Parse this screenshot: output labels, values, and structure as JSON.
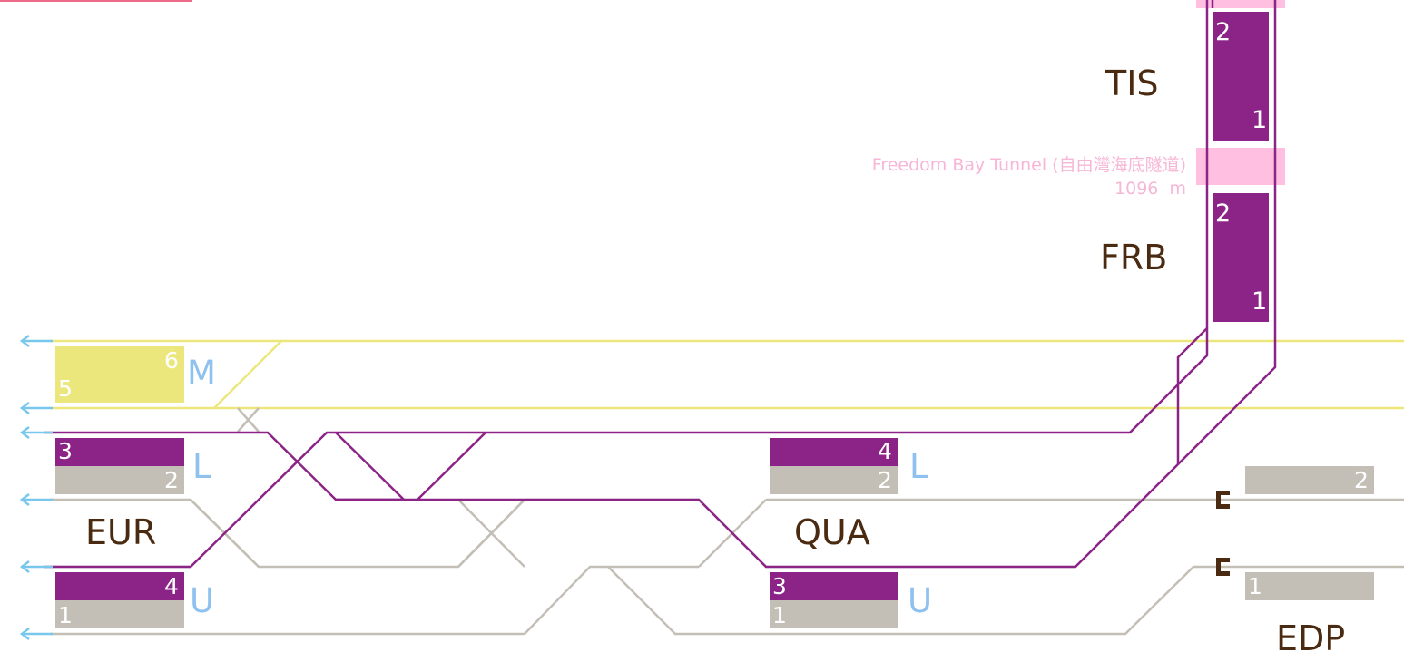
{
  "colors": {
    "purple_line": "#8b2486",
    "purple_platform": "#8b2486",
    "yellow_line": "#ece77c",
    "grey_line": "#c4bfb6",
    "grey_platform": "#c4bfb6",
    "yellow_platform": "#ece77c",
    "tunnel_pink": "#ffbfe0",
    "arrow_blue": "#79c7ec",
    "level_label": "#8ec1ee",
    "station_label": "#4a2a10"
  },
  "stations": {
    "tis": "TIS",
    "frb": "FRB",
    "eur": "EUR",
    "qua": "QUA",
    "edp": "EDP"
  },
  "tunnel": {
    "name": "Freedom Bay Tunnel (自由灣海底隧道)",
    "length": "1096  m"
  },
  "levels": {
    "eur_m": "M",
    "eur_l": "L",
    "eur_u": "U",
    "qua_l": "L",
    "qua_u": "U"
  },
  "platforms": {
    "tis_2": "2",
    "tis_1": "1",
    "frb_2": "2",
    "frb_1": "1",
    "eur_6": "6",
    "eur_5": "5",
    "eur_3": "3",
    "eur_2": "2",
    "eur_4": "4",
    "eur_1": "1",
    "qua_4": "4",
    "qua_2": "2",
    "qua_3": "3",
    "qua_1": "1",
    "edp_2": "2",
    "edp_1": "1"
  }
}
